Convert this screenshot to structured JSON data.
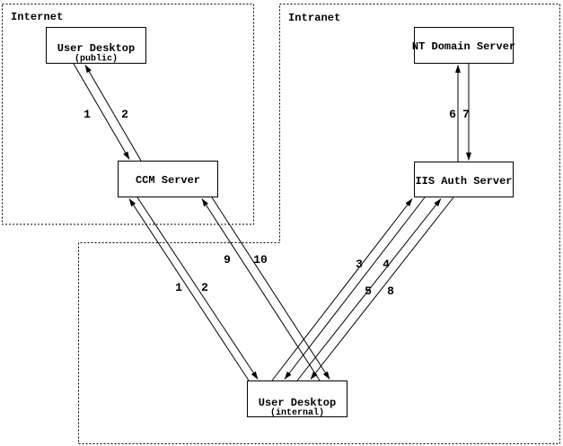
{
  "zones": {
    "internet": {
      "label": "Internet"
    },
    "intranet": {
      "label": "Intranet"
    }
  },
  "nodes": {
    "desktop_public": {
      "title": "User Desktop",
      "subtitle": "(public)"
    },
    "ccm": {
      "title": "CCM Server"
    },
    "nt_domain": {
      "title": "NT Domain Server"
    },
    "iis_auth": {
      "title": "IIS Auth Server"
    },
    "desktop_internal": {
      "title": "User Desktop",
      "subtitle": "(internal)"
    }
  },
  "flow_labels": {
    "public_ccm": [
      "1",
      "2"
    ],
    "internal_ccm": [
      "1",
      "2"
    ],
    "internal_ccm_second": [
      "9",
      "10"
    ],
    "internal_iis_first": [
      "3",
      "4"
    ],
    "internal_iis_second": [
      "5",
      "8"
    ],
    "iis_nt": [
      "6",
      "7"
    ]
  },
  "colors": {
    "line": "#000000",
    "background": "#ffffff"
  }
}
